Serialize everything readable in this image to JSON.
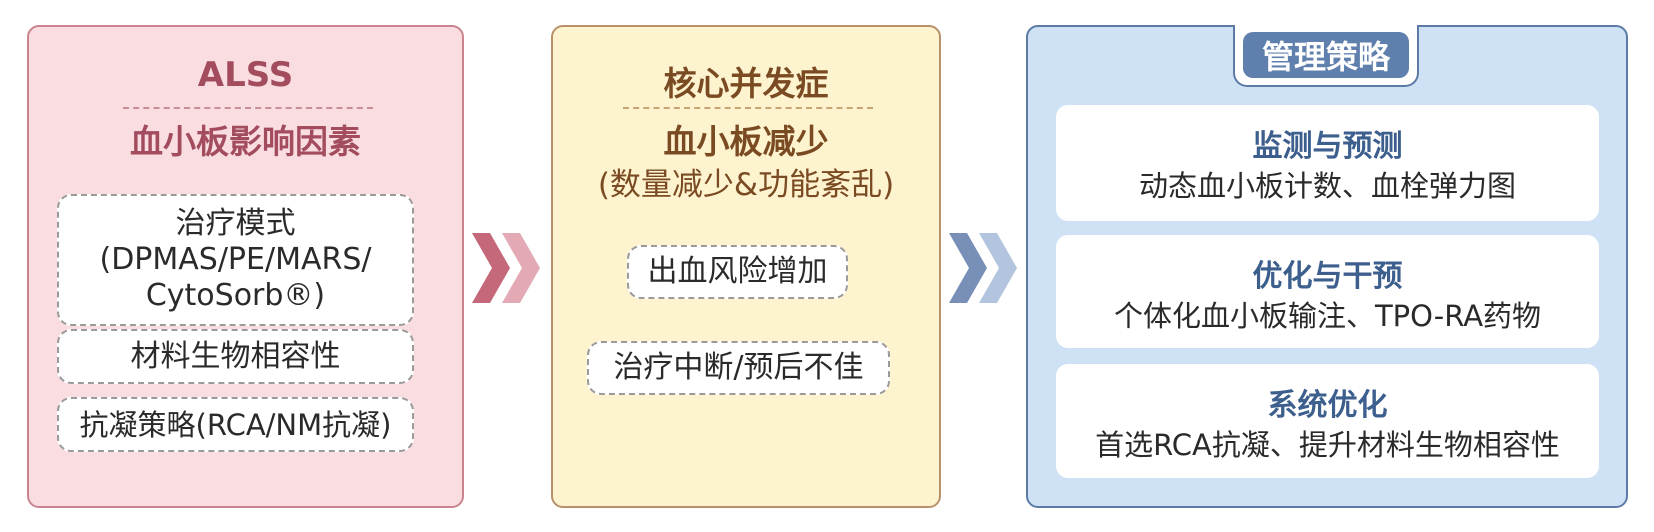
{
  "left_panel": {
    "title": "ALSS",
    "subtitle": "血小板影响因素",
    "items": [
      {
        "lines": [
          "治疗模式",
          "(DPMAS/PE/MARS/",
          "CytoSorb®)"
        ]
      },
      {
        "lines": [
          "材料生物相容性"
        ]
      },
      {
        "lines": [
          "抗凝策略(RCA/NM抗凝)"
        ]
      }
    ]
  },
  "middle_panel": {
    "title": "核心并发症",
    "subtitle": "血小板减少",
    "detail": "(数量减少&功能紊乱)",
    "items": [
      "出血风险增加",
      "治疗中断/预后不佳"
    ]
  },
  "right_panel": {
    "title": "管理策略",
    "cards": [
      {
        "heading": "监测与预测",
        "text": "动态血小板计数、血栓弹力图"
      },
      {
        "heading": "优化与干预",
        "text": "个体化血小板输注、TPO-RA药物"
      },
      {
        "heading": "系统优化",
        "text": "首选RCA抗凝、提升材料生物相容性"
      }
    ]
  },
  "colors": {
    "left_bg": "#fadde1",
    "left_accent": "#a24c5e",
    "middle_bg": "#fdf3cf",
    "middle_accent": "#7a4a22",
    "right_bg": "#cfe2f5",
    "right_accent": "#3d5f8e",
    "arrow_left": [
      "#c4687a",
      "#e3a9b4"
    ],
    "arrow_right": [
      "#7890b8",
      "#b3c5de"
    ]
  }
}
